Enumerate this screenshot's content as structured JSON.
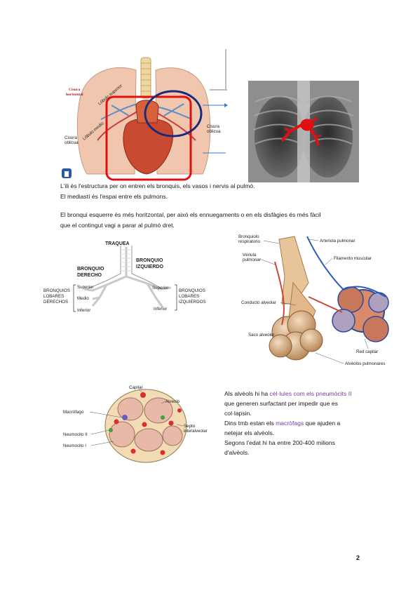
{
  "lungs_figure": {
    "labels": {
      "horizontal_fissure": [
        "Cisura",
        "horizontal"
      ],
      "upper_lobe": "Lóbulo superior",
      "middle_lobe": "Lóbulo medio",
      "oblique_fissure_left": [
        "Cisura",
        "oblicua"
      ],
      "oblique_fissure_right": [
        "Cisura",
        "oblicua"
      ]
    },
    "colors": {
      "red_box": "#e01010",
      "blue_circle": "#1a2a7a",
      "arrow": "#3a78c8"
    }
  },
  "paragraph1": {
    "line1": "L'ili és l'estructura per on entren els bronquis, els vasos i nervis al pulmó.",
    "line2": "El mediastí és l'espai entre els pulmons."
  },
  "paragraph2": {
    "line1": "El bronqui esquerre és més horitzontal, per això els ennuegaments o en els disfàgies és més fàcil",
    "line2": "que el contingut vagi a parar al pulmó dret."
  },
  "bronchi_figure": {
    "traquea": "TRAQUEA",
    "bronquio_derecho": [
      "BRONQUIO",
      "DERECHO"
    ],
    "bronquio_izquierdo": [
      "BRONQUIO",
      "IZQUIERDO"
    ],
    "lobares_derechos": [
      "BRONQUIOS",
      "LOBARES",
      "DERECHOS"
    ],
    "lobares_izquierdos": [
      "BRONQUIOS",
      "LOBARES",
      "IZQUIERDOS"
    ],
    "superior_r": "Superior",
    "medio": "Medio",
    "inferior_r": "Inferior",
    "superior_l": "Superior",
    "inferior_l": "Inferior"
  },
  "alveoli_figure": {
    "bronquiolo": [
      "Bronquiolo",
      "respiratorio"
    ],
    "arteriola": "Arteriola pulmonar",
    "venula": [
      "Vénula",
      "pulmonar"
    ],
    "filamento": "Filamento muscular",
    "conducto": "Conducto alveolar",
    "saco": "Saco alveolar",
    "red_capilar": "Red capilar",
    "alveolos": "Alvéolos pulmonares"
  },
  "alveolus_cells_figure": {
    "capilar": "Capilar",
    "alveolo": "Alveolo",
    "macrofago": "Macrófago",
    "septo": [
      "Septo",
      "interalveolar"
    ],
    "neumocito2": "Neumocito II",
    "neumocito1": "Neumocito I"
  },
  "side_text": {
    "l1a": "Als alvèols hi ha ",
    "l1b": "cèl·lules com els pneumòcits II",
    "l2": "que generen surfactant per impedir que es",
    "l3": "col·lapsin.",
    "l4a": "Dins tmb estan els ",
    "l4b": "macròfags",
    "l4c": " que ajuden a",
    "l5": "netejar els alvèols.",
    "l6": "Segons l'edat hi ha entre 200-400 milions",
    "l7": "d'alvèols."
  },
  "page_number": "2"
}
